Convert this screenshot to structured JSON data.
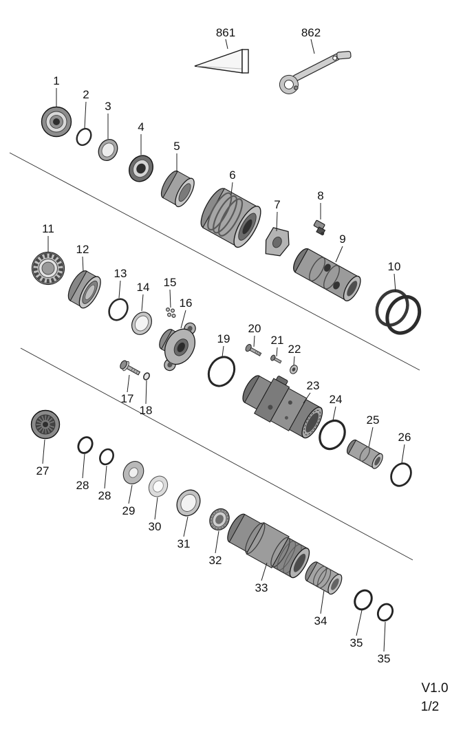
{
  "document": {
    "type": "exploded-parts-diagram",
    "rows": 3,
    "total_callouts": 37
  },
  "labels": {
    "p861": "861",
    "p862": "862",
    "p1": "1",
    "p2": "2",
    "p3": "3",
    "p4": "4",
    "p5": "5",
    "p6": "6",
    "p7": "7",
    "p8": "8",
    "p9": "9",
    "p10": "10",
    "p11": "11",
    "p12": "12",
    "p13": "13",
    "p14": "14",
    "p15": "15",
    "p16": "16",
    "p17": "17",
    "p18": "18",
    "p19": "19",
    "p20": "20",
    "p21": "21",
    "p22": "22",
    "p23": "23",
    "p24": "24",
    "p25": "25",
    "p26": "26",
    "p27": "27",
    "p28a": "28",
    "p28b": "28",
    "p29": "29",
    "p30": "30",
    "p31": "31",
    "p32": "32",
    "p33": "33",
    "p34": "34",
    "p35a": "35",
    "p35b": "35"
  },
  "footer": {
    "version": "V1.0",
    "page": "1/2"
  },
  "colors": {
    "background": "#ffffff",
    "ink": "#1c1c1c",
    "label_text": "#111111"
  }
}
